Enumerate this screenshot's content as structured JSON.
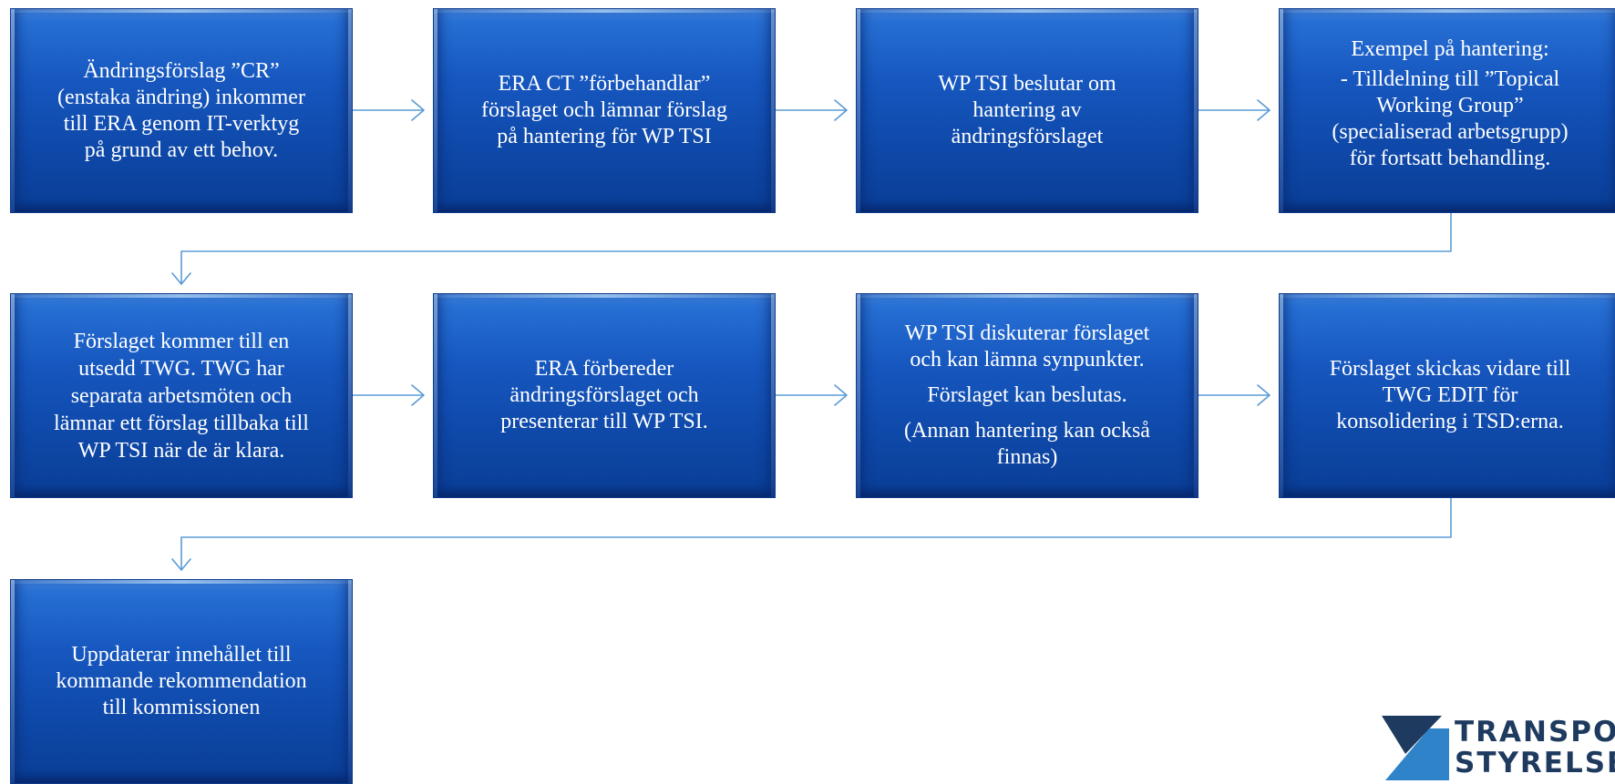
{
  "colors": {
    "box_fill": "#1657bf",
    "connector": "#5b9bd5",
    "logo_navy": "#1e3a5f",
    "logo_blue": "#2f83c9"
  },
  "boxes": [
    {
      "id": "cr-incoming",
      "lines": [
        "Ändringsförslag ”CR”\n(enstaka ändring) inkommer\ntill ERA genom IT-verktyg\npå grund av ett behov."
      ]
    },
    {
      "id": "era-ct-prepare",
      "lines": [
        "ERA CT ”förbehandlar”\nförslaget och lämnar förslag\npå hantering för WP TSI"
      ]
    },
    {
      "id": "wp-tsi-decides",
      "lines": [
        "WP TSI beslutar om\nhantering av\nändringsförslaget"
      ]
    },
    {
      "id": "handling-example",
      "lines": [
        "Exempel på hantering:",
        "- Tilldelning till ”Topical\nWorking Group”\n(specialiserad arbetsgrupp)\nför fortsatt behandling."
      ]
    },
    {
      "id": "twg-meetings",
      "lines": [
        "Förslaget kommer till en\nutsedd TWG. TWG har\nseparata arbetsmöten och\nlämnar ett förslag tillbaka till\nWP TSI när de är klara."
      ]
    },
    {
      "id": "era-prepares",
      "lines": [
        "ERA förbereder\nändringsförslaget och\npresenterar till WP TSI."
      ]
    },
    {
      "id": "wp-tsi-discusses",
      "lines": [
        "WP TSI diskuterar förslaget\noch kan lämna synpunkter.",
        "Förslaget kan beslutas.",
        "(Annan hantering kan också\nfinnas)"
      ]
    },
    {
      "id": "twg-edit",
      "lines": [
        "Förslaget skickas vidare till\nTWG EDIT för\nkonsolidering i TSD:erna."
      ]
    },
    {
      "id": "update-recommendation",
      "lines": [
        "Uppdaterar innehållet till\nkommande rekommendation\ntill kommissionen"
      ]
    }
  ],
  "logo": {
    "line1": "TRANSPORT",
    "line2": "STYRELSEN"
  }
}
